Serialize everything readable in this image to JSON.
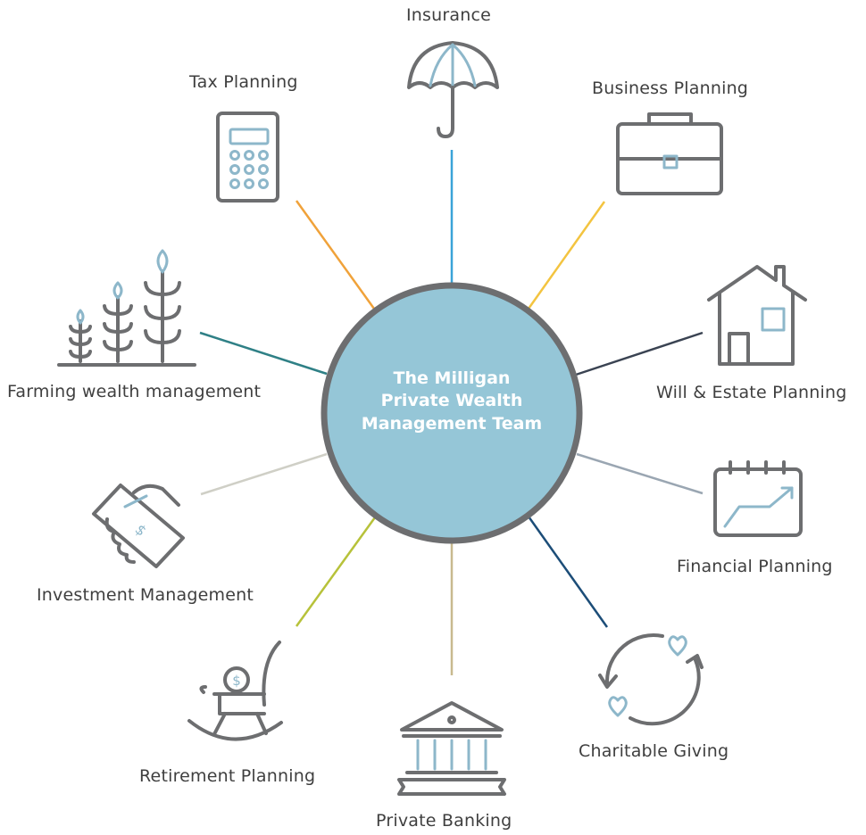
{
  "hub": {
    "title_line1": "The Milligan",
    "title_line2": "Private Wealth",
    "title_line3": "Management Team"
  },
  "spokes": [
    {
      "label": "Insurance",
      "icon": "umbrella-icon",
      "color": "#3aa3d8"
    },
    {
      "label": "Business Planning",
      "icon": "briefcase-icon",
      "color": "#f3c440"
    },
    {
      "label": "Will & Estate Planning",
      "icon": "house-icon",
      "color": "#3a4352"
    },
    {
      "label": "Financial Planning",
      "icon": "calendar-chart-icon",
      "color": "#9aa6b2"
    },
    {
      "label": "Charitable Giving",
      "icon": "heart-cycle-icon",
      "color": "#1c4d78"
    },
    {
      "label": "Private Banking",
      "icon": "bank-icon",
      "color": "#c8b98f"
    },
    {
      "label": "Retirement Planning",
      "icon": "rocking-chair-icon",
      "color": "#b7c23a"
    },
    {
      "label": "Investment Management",
      "icon": "handshake-icon",
      "color": "#cfcfc6"
    },
    {
      "label": "Farming wealth management",
      "icon": "crops-icon",
      "color": "#2f8086"
    },
    {
      "label": "Tax Planning",
      "icon": "calculator-icon",
      "color": "#f0a23a"
    }
  ],
  "colors": {
    "hub_fill": "#95c6d7",
    "hub_border": "#6d6e70",
    "icon_stroke": "#6d6e70",
    "icon_accent": "#8db7ca"
  }
}
